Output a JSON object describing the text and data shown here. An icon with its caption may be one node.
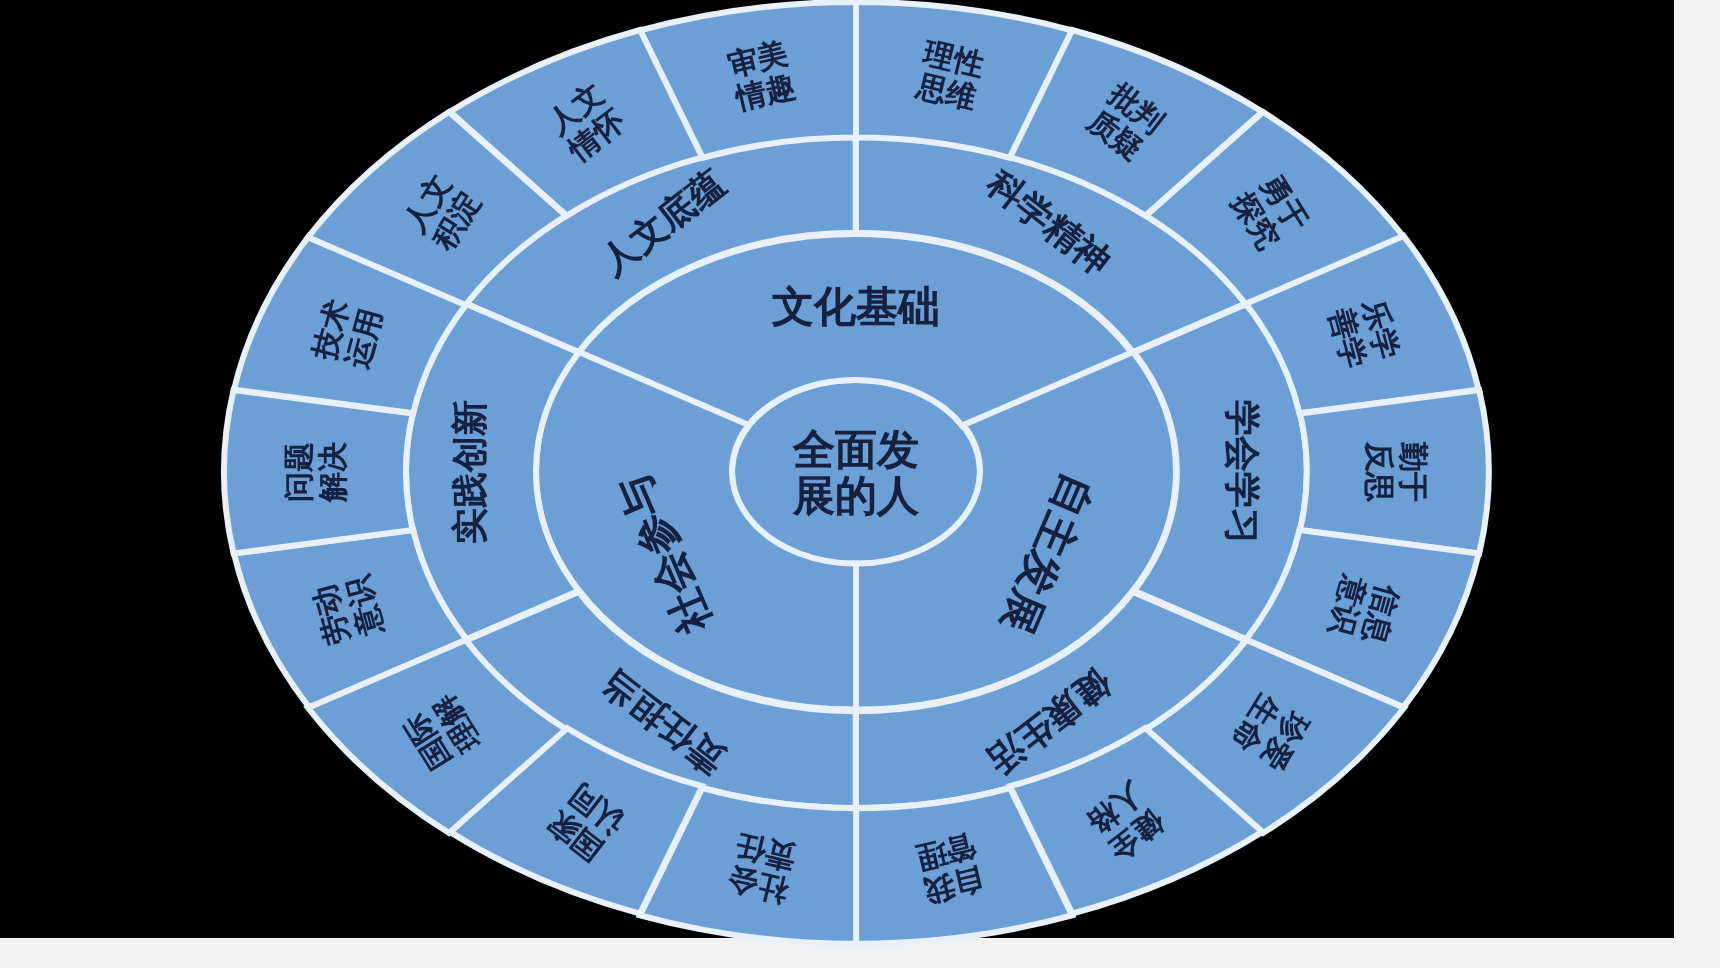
{
  "diagram": {
    "nodes": [
      {
        "text": [
          "全面发展的人"
        ]
      },
      {
        "text": [
          "文化基础"
        ]
      },
      {
        "text": [
          "自主发展"
        ]
      },
      {
        "text": [
          "社会参与"
        ]
      },
      {
        "text": [
          "人文底蕴"
        ]
      },
      {
        "text": [
          "科学精神"
        ]
      },
      {
        "text": [
          "学会学习"
        ]
      },
      {
        "text": [
          "健康生活"
        ]
      },
      {
        "text": [
          "责任担当"
        ]
      },
      {
        "text": [
          "实践创新"
        ]
      },
      {
        "text": [
          "审美情趣"
        ]
      },
      {
        "text": [
          "理性思维"
        ]
      },
      {
        "text": [
          "批判质疑"
        ]
      },
      {
        "text": [
          "勇于探究"
        ]
      },
      {
        "text": [
          "乐学善学"
        ]
      },
      {
        "text": [
          "勤于反思"
        ]
      },
      {
        "text": [
          "信息意识"
        ]
      },
      {
        "text": [
          "珍爱生命"
        ]
      },
      {
        "text": [
          "健全人格"
        ]
      },
      {
        "text": [
          "自我管理"
        ]
      },
      {
        "text": [
          "社会责任"
        ]
      },
      {
        "text": [
          "国家认同"
        ]
      },
      {
        "text": [
          "国际理解"
        ]
      },
      {
        "text": [
          "劳动意识"
        ]
      },
      {
        "text": [
          "问题解决"
        ]
      },
      {
        "text": [
          "技术运用"
        ]
      },
      {
        "text": [
          "人文积淀"
        ]
      },
      {
        "text": [
          "人文情怀"
        ]
      }
    ]
  }
}
